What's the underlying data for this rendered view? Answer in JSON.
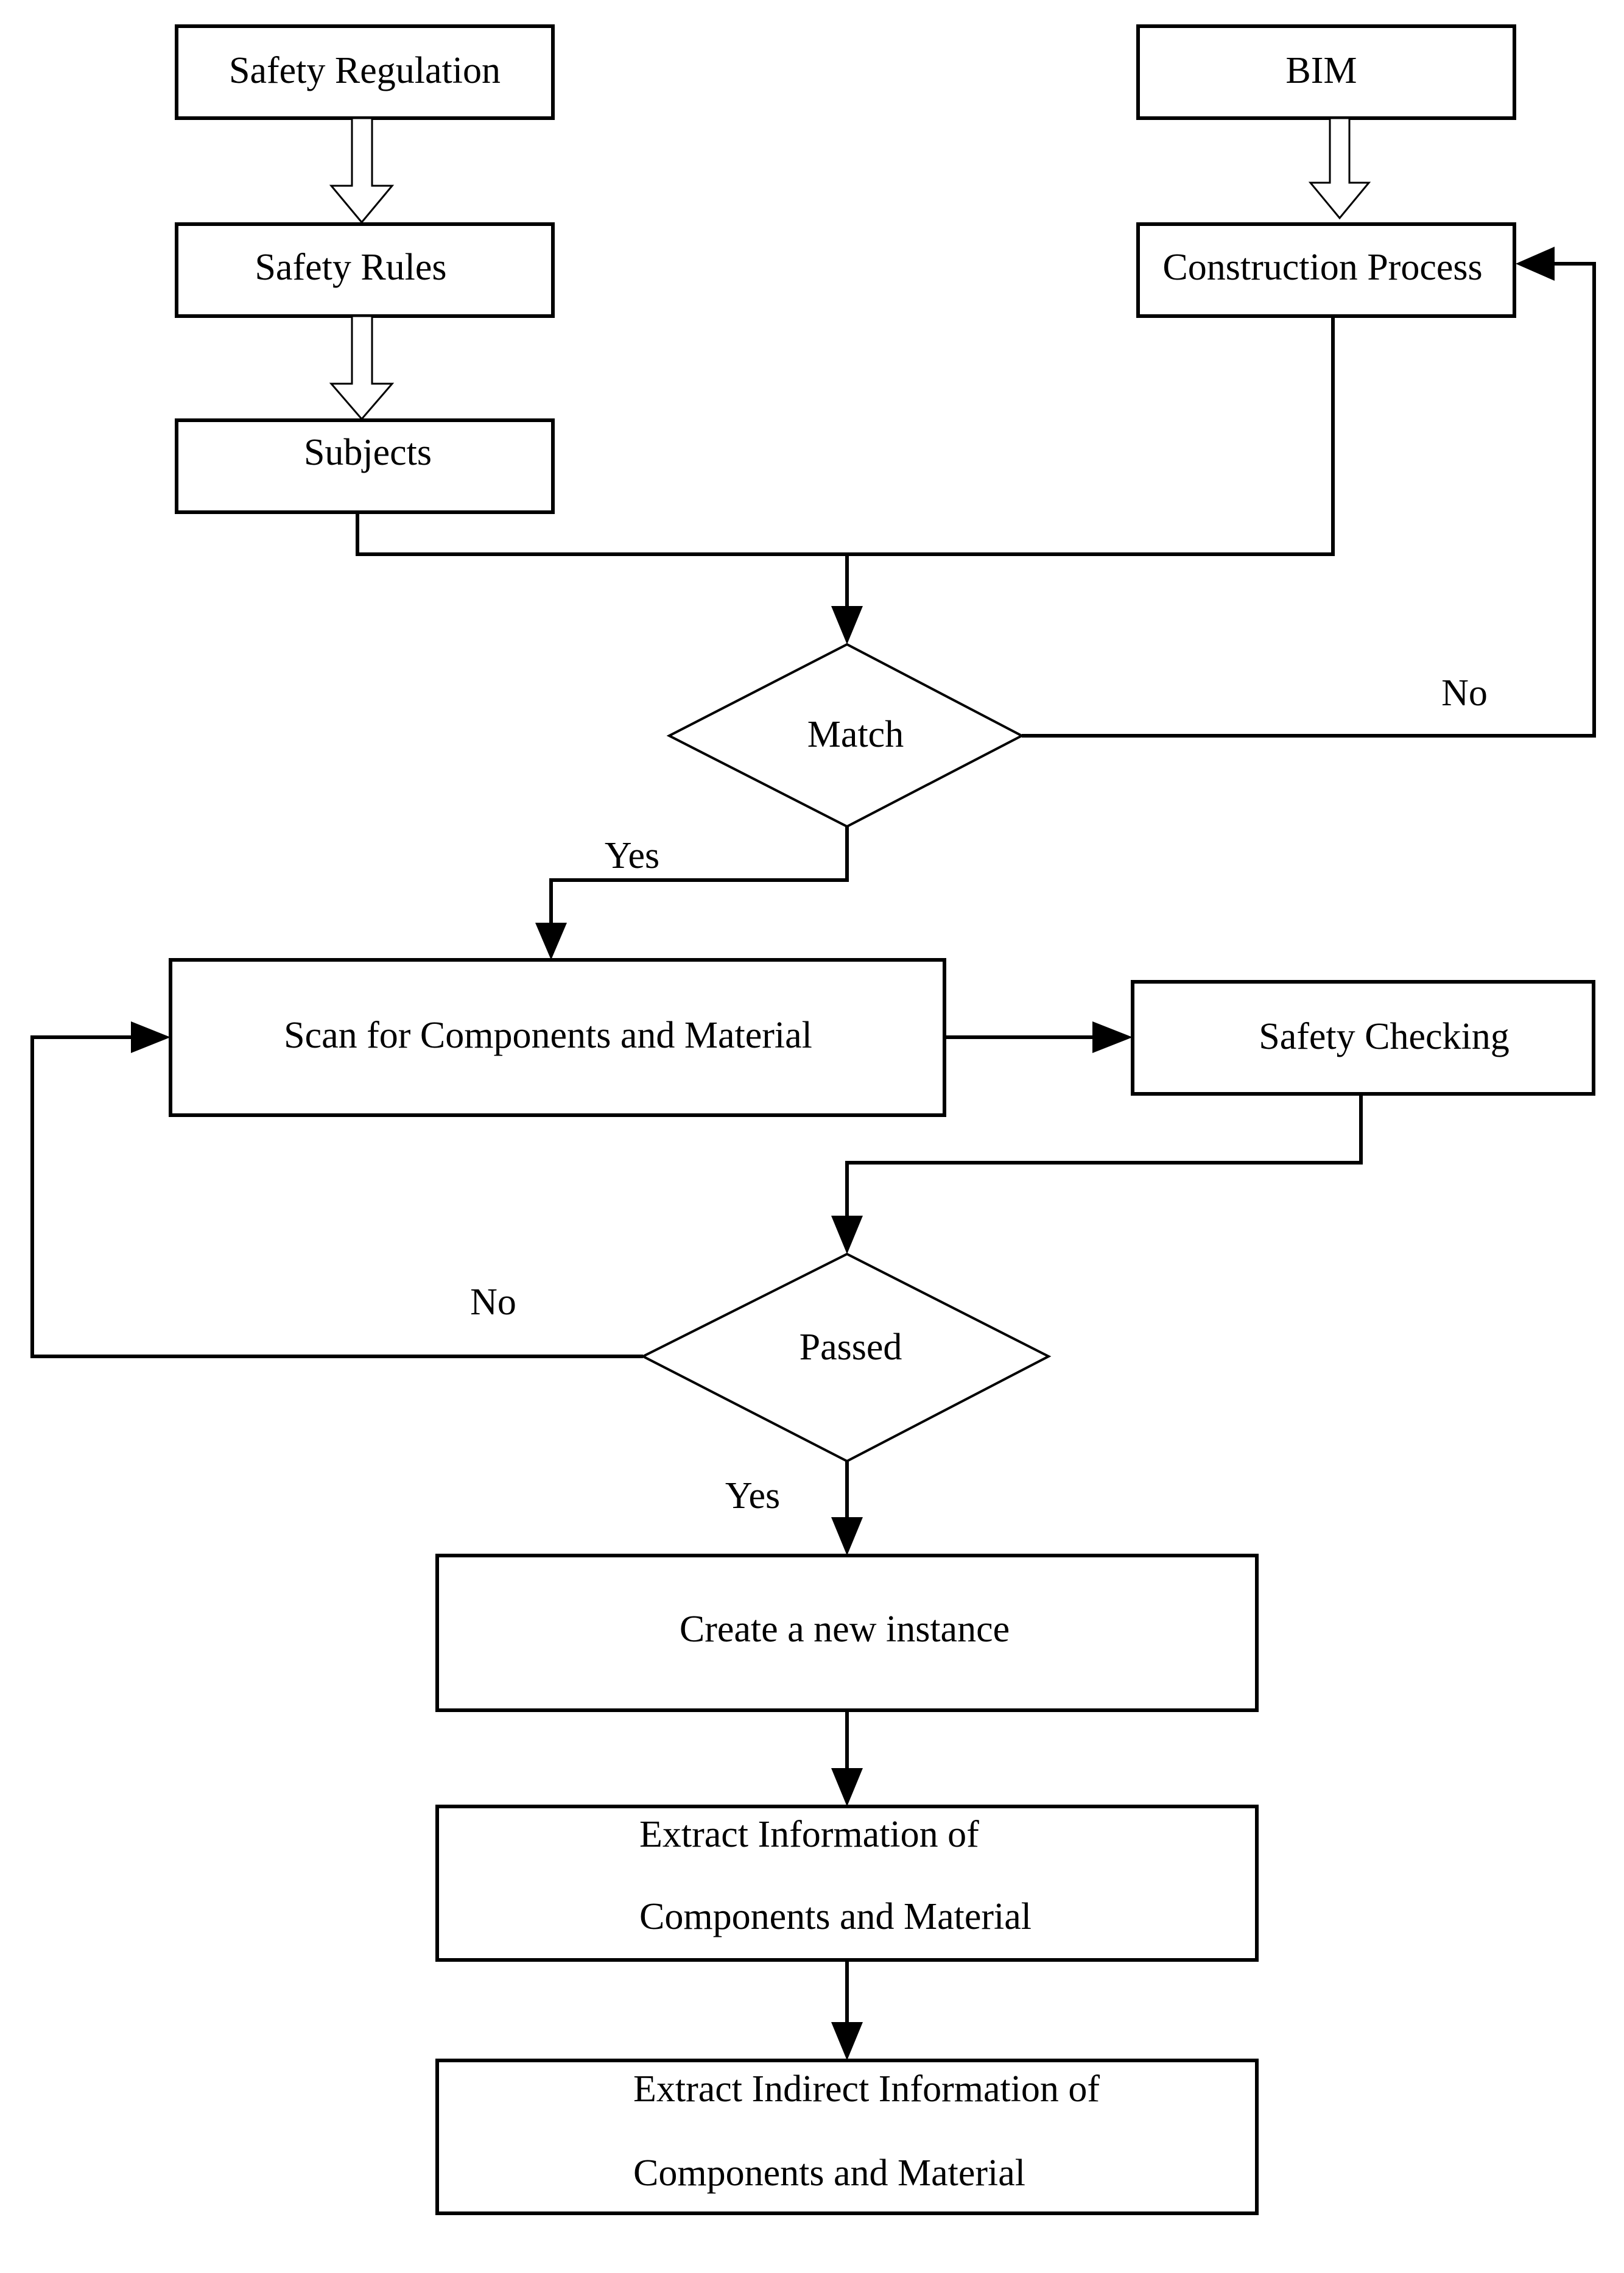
{
  "nodes": {
    "safety_regulation": "Safety Regulation",
    "safety_rules": "Safety Rules",
    "subjects": "Subjects",
    "bim": "BIM",
    "construction_process": "Construction Process",
    "match": "Match",
    "scan": "Scan for Components and Material",
    "safety_checking": "Safety Checking",
    "passed": "Passed",
    "create_instance": "Create a new instance",
    "extract_info": {
      "line1": "Extract Information of",
      "line2": "Components and Material"
    },
    "extract_indirect": {
      "line1": "Extract Indirect Information of",
      "line2": "Components and Material"
    }
  },
  "edges": {
    "match_no": "No",
    "match_yes": "Yes",
    "passed_no": "No",
    "passed_yes": "Yes"
  }
}
